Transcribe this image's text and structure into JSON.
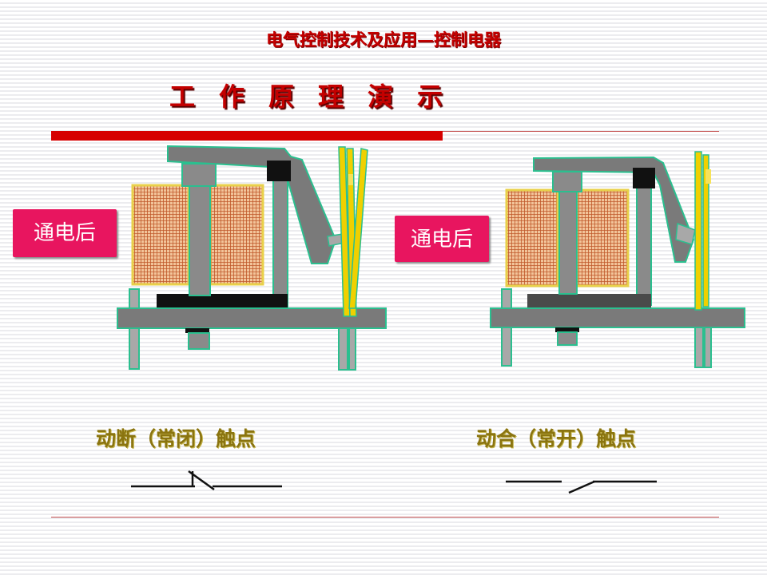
{
  "header": {
    "course_title": "电气控制技术及应用—控制电器",
    "slide_title": "工作原理演示"
  },
  "diagrams": {
    "left": {
      "badge": "通电后",
      "caption": "动断（常闭）触点"
    },
    "right": {
      "badge": "通电后",
      "caption": "动合（常开）触点"
    }
  },
  "colors": {
    "title_red": "#c40000",
    "badge_pink": "#e8155f",
    "caption_gold": "#8a7410",
    "metal_gray": "#7a7a7a",
    "coil_orange": "#e8a878",
    "contact_yellow": "#f0d000"
  }
}
